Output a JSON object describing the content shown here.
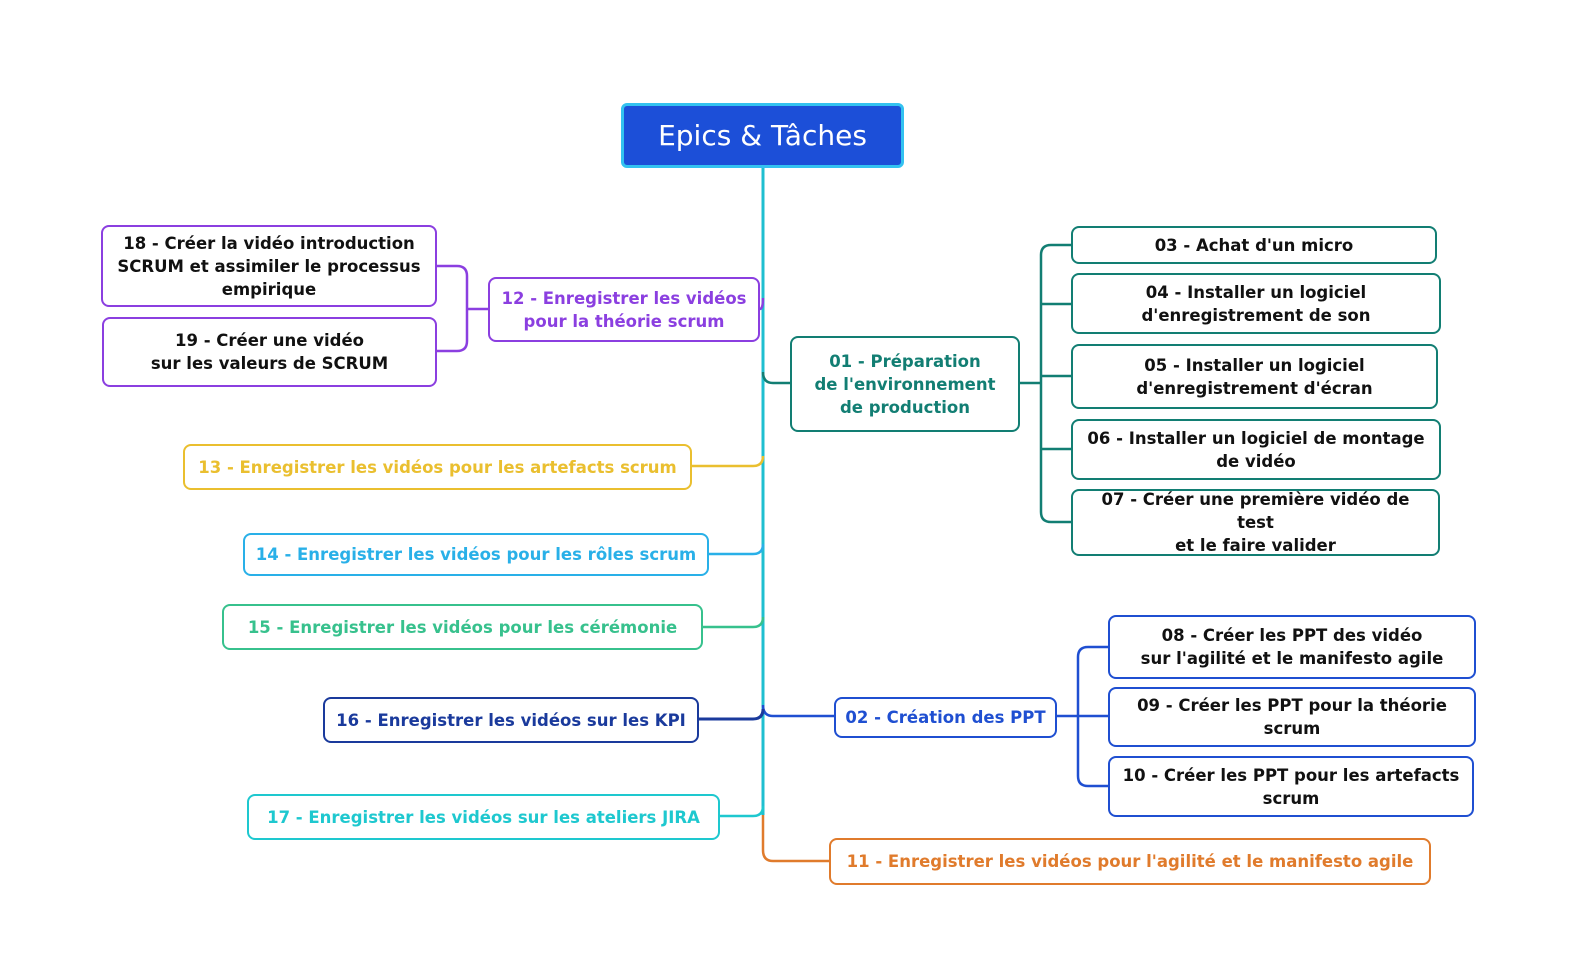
{
  "root": {
    "label": "Epics & Tâches"
  },
  "colors": {
    "trunk": "#1fbfd0",
    "purple": "#8b3fe0",
    "yellow": "#eabf2f",
    "skyblue": "#29b0e8",
    "green": "#37c18d",
    "navy": "#1a3a9c",
    "cyan": "#1ec8cf",
    "teal": "#127e73",
    "blue": "#1f4fd1",
    "orange": "#e07b2c"
  },
  "epics": {
    "e01": {
      "label": "01 - Préparation\nde l'environnement\nde production"
    },
    "e02": {
      "label": "02 - Création des PPT"
    },
    "e11": {
      "label": "11 - Enregistrer les vidéos pour l'agilité et le manifesto agile"
    },
    "e12": {
      "label": "12 - Enregistrer les vidéos\npour la théorie scrum"
    },
    "e13": {
      "label": "13 - Enregistrer les vidéos pour les artefacts scrum"
    },
    "e14": {
      "label": "14 - Enregistrer les vidéos pour les rôles scrum"
    },
    "e15": {
      "label": "15 - Enregistrer les vidéos pour les cérémonie"
    },
    "e16": {
      "label": "16 - Enregistrer les vidéos sur les KPI"
    },
    "e17": {
      "label": "17 - Enregistrer les vidéos sur les ateliers JIRA"
    }
  },
  "tasks": {
    "t03": {
      "label": "03 - Achat d'un micro"
    },
    "t04": {
      "label": "04 - Installer un logiciel\nd'enregistrement de son"
    },
    "t05": {
      "label": "05 - Installer un logiciel\nd'enregistrement d'écran"
    },
    "t06": {
      "label": "06 - Installer un logiciel de montage\nde vidéo"
    },
    "t07": {
      "label": "07 - Créer une première vidéo de test\net le faire valider"
    },
    "t08": {
      "label": "08 - Créer les PPT des vidéo\nsur l'agilité et le manifesto agile"
    },
    "t09": {
      "label": "09 - Créer les PPT pour la théorie\nscrum"
    },
    "t10": {
      "label": "10 - Créer les PPT pour les artefacts\nscrum"
    },
    "t18": {
      "label": "18 - Créer la vidéo introduction\nSCRUM et assimiler le processus\nempirique"
    },
    "t19": {
      "label": "19 - Créer une vidéo\nsur les valeurs de SCRUM"
    }
  }
}
